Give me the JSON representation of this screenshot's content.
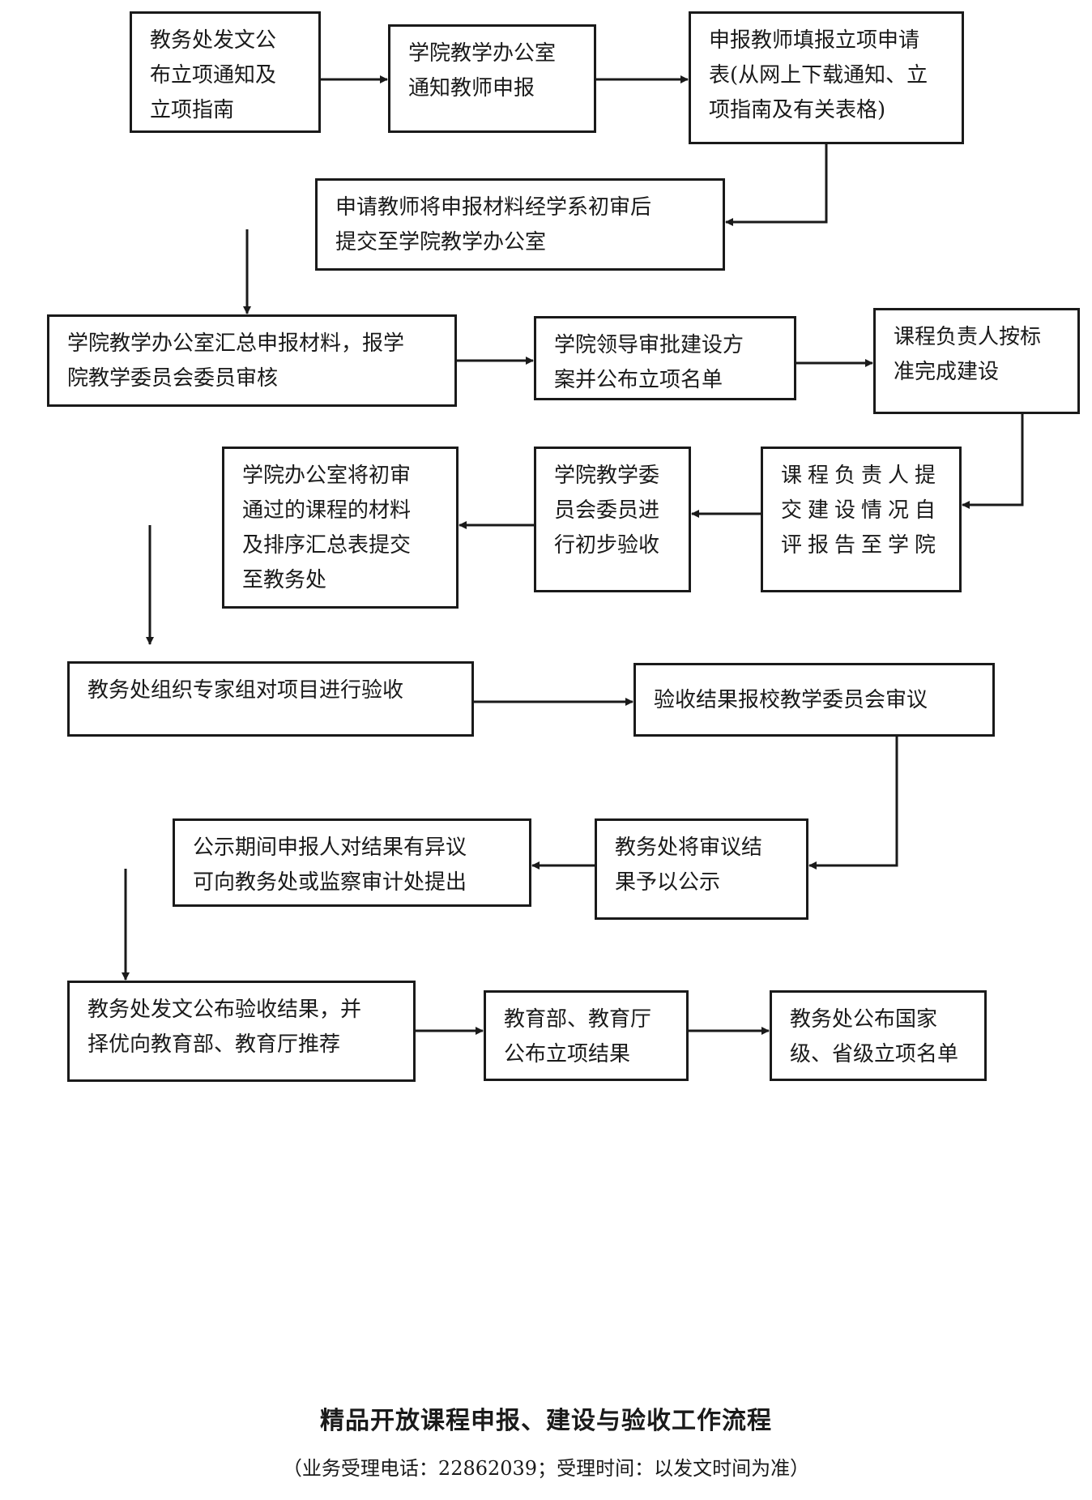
{
  "nodes": [
    {
      "id": "n1",
      "text": "教务处发文公\n布立项通知及\n立项指南"
    },
    {
      "id": "n2",
      "text": "学院教学办公室\n通知教师申报"
    },
    {
      "id": "n3",
      "text": "申报教师填报立项申请\n表(从网上下载通知、立\n项指南及有关表格)"
    },
    {
      "id": "n4",
      "text": "申请教师将申报材料经学系初审后\n提交至学院教学办公室"
    },
    {
      "id": "n5",
      "text": "学院教学办公室汇总申报材料，报学\n院教学委员会委员审核"
    },
    {
      "id": "n6",
      "text": "学院领导审批建设方\n案并公布立项名单"
    },
    {
      "id": "n7",
      "text": "课程负责人按标\n准完成建设"
    },
    {
      "id": "n8",
      "text": "课程负责人提\n交建设情况自\n评报告至学院"
    },
    {
      "id": "n9",
      "text": "学院教学委\n员会委员进\n行初步验收"
    },
    {
      "id": "n10",
      "text": "学院办公室将初审\n通过的课程的材料\n及排序汇总表提交\n至教务处"
    },
    {
      "id": "n11",
      "text": "教务处组织专家组对项目进行验收"
    },
    {
      "id": "n12",
      "text": "验收结果报校教学委员会审议"
    },
    {
      "id": "n13",
      "text": "教务处将审议结\n果予以公示"
    },
    {
      "id": "n14",
      "text": "公示期间申报人对结果有异议\n可向教务处或监察审计处提出"
    },
    {
      "id": "n15",
      "text": "教务处发文公布验收结果，并\n择优向教育部、教育厅推荐"
    },
    {
      "id": "n16",
      "text": "教育部、教育厅\n公布立项结果"
    },
    {
      "id": "n17",
      "text": "教务处公布国家\n级、省级立项名单"
    }
  ],
  "edges": [
    {
      "from": "n1",
      "to": "n2"
    },
    {
      "from": "n2",
      "to": "n3"
    },
    {
      "from": "n3",
      "to": "n4"
    },
    {
      "from": "n4",
      "to": "n5"
    },
    {
      "from": "n5",
      "to": "n6"
    },
    {
      "from": "n6",
      "to": "n7"
    },
    {
      "from": "n7",
      "to": "n8"
    },
    {
      "from": "n8",
      "to": "n9"
    },
    {
      "from": "n9",
      "to": "n10"
    },
    {
      "from": "n10",
      "to": "n11"
    },
    {
      "from": "n11",
      "to": "n12"
    },
    {
      "from": "n12",
      "to": "n13"
    },
    {
      "from": "n13",
      "to": "n14"
    },
    {
      "from": "n14",
      "to": "n15"
    },
    {
      "from": "n15",
      "to": "n16"
    },
    {
      "from": "n16",
      "to": "n17"
    }
  ],
  "caption": {
    "title": "精品开放课程申报、建设与验收工作流程",
    "note": "（业务受理电话：22862039；受理时间：以发文时间为准）"
  },
  "colors": {
    "stroke": "#1a1a1a",
    "background": "#ffffff"
  }
}
